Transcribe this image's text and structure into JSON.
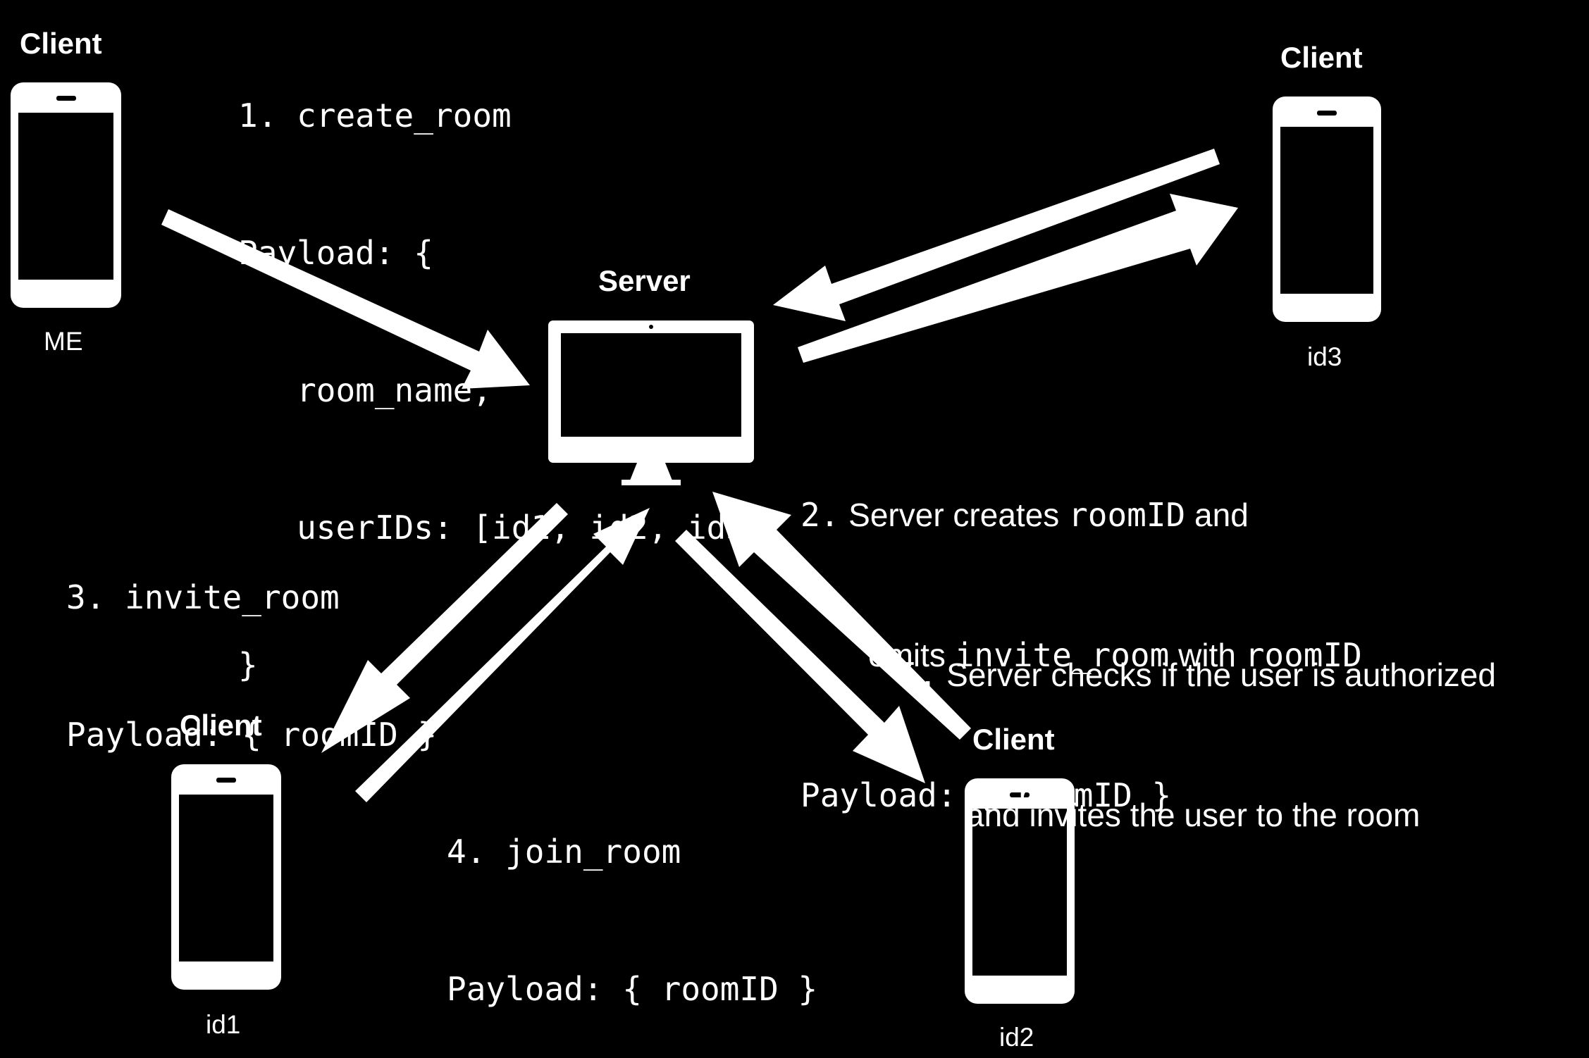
{
  "colors": {
    "background": "#000000",
    "foreground": "#ffffff"
  },
  "server": {
    "title": "Server"
  },
  "clients": {
    "me": {
      "title": "Client",
      "label": "ME"
    },
    "id3": {
      "title": "Client",
      "label": "id3"
    },
    "id1": {
      "title": "Client",
      "label": "id1"
    },
    "id2": {
      "title": "Client",
      "label": "id2"
    }
  },
  "step1": {
    "lines": [
      "1. create_room",
      "Payload: {",
      "   room_name,",
      "   userIDs: [id1, id2, id3]",
      "}"
    ]
  },
  "step2": {
    "num": "2.",
    "line1": {
      "a": "Server creates ",
      "b": "roomID",
      "c": " and"
    },
    "line2": {
      "a": "emits ",
      "b": "invite_room",
      "c": " with ",
      "d": "roomID"
    },
    "payload": "Payload: { roomID }"
  },
  "step3": {
    "lines": [
      "3. invite_room",
      "Payload: { roomID }"
    ]
  },
  "step4": {
    "lines": [
      "4. join_room",
      "Payload: { roomID }"
    ]
  },
  "step5": {
    "num": "5.",
    "line1": "Server checks if the user is authorized",
    "line2": "and invites the user to the room"
  }
}
